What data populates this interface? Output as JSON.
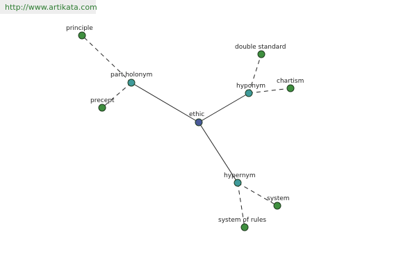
{
  "watermark": {
    "text": "http://www.artikata.com"
  },
  "colors": {
    "center_node": "#4a5a9a",
    "relation_node": "#3f9a9a",
    "leaf_node": "#3f8f3f",
    "edge": "#222222",
    "watermark_bg": "#eeeeee",
    "watermark_text": "#2e7d32"
  },
  "graph": {
    "nodes": [
      {
        "id": "ethic",
        "label": "ethic",
        "kind": "center"
      },
      {
        "id": "part-holonym",
        "label": "part holonym",
        "kind": "relation"
      },
      {
        "id": "hyponym",
        "label": "hyponym",
        "kind": "relation"
      },
      {
        "id": "hypernym",
        "label": "hypernym",
        "kind": "relation"
      },
      {
        "id": "principle",
        "label": "principle",
        "kind": "leaf"
      },
      {
        "id": "precept",
        "label": "precept",
        "kind": "leaf"
      },
      {
        "id": "double-standard",
        "label": "double standard",
        "kind": "leaf"
      },
      {
        "id": "chartism",
        "label": "chartism",
        "kind": "leaf"
      },
      {
        "id": "system",
        "label": "system",
        "kind": "leaf"
      },
      {
        "id": "system-of-rules",
        "label": "system of rules",
        "kind": "leaf"
      }
    ],
    "edges": [
      {
        "from": "ethic",
        "to": "part-holonym",
        "style": "solid"
      },
      {
        "from": "ethic",
        "to": "hyponym",
        "style": "solid"
      },
      {
        "from": "ethic",
        "to": "hypernym",
        "style": "solid"
      },
      {
        "from": "part-holonym",
        "to": "principle",
        "style": "dashed"
      },
      {
        "from": "part-holonym",
        "to": "precept",
        "style": "dashed"
      },
      {
        "from": "hyponym",
        "to": "double-standard",
        "style": "dashed"
      },
      {
        "from": "hyponym",
        "to": "chartism",
        "style": "dashed"
      },
      {
        "from": "hypernym",
        "to": "system",
        "style": "dashed"
      },
      {
        "from": "hypernym",
        "to": "system-of-rules",
        "style": "dashed"
      }
    ]
  }
}
